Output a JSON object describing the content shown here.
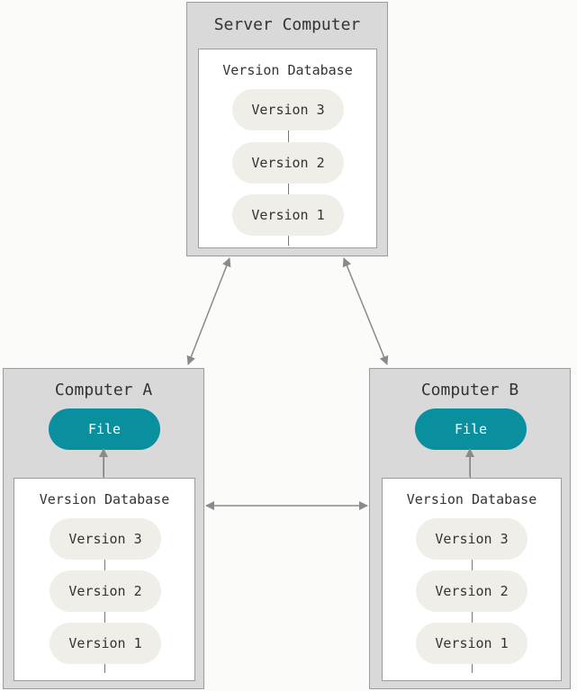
{
  "server": {
    "title": "Server Computer",
    "database": {
      "title": "Version Database",
      "versions": [
        "Version 3",
        "Version 2",
        "Version 1"
      ]
    }
  },
  "computer_a": {
    "title": "Computer A",
    "file": "File",
    "database": {
      "title": "Version Database",
      "versions": [
        "Version 3",
        "Version 2",
        "Version 1"
      ]
    }
  },
  "computer_b": {
    "title": "Computer B",
    "file": "File",
    "database": {
      "title": "Version Database",
      "versions": [
        "Version 3",
        "Version 2",
        "Version 1"
      ]
    }
  },
  "colors": {
    "background": "#fbfbf9",
    "computer_fill": "#d9d9d9",
    "database_fill": "#ffffff",
    "version_fill": "#efeee8",
    "file_fill": "#0a8f9e",
    "arrow": "#8a8a8a"
  }
}
